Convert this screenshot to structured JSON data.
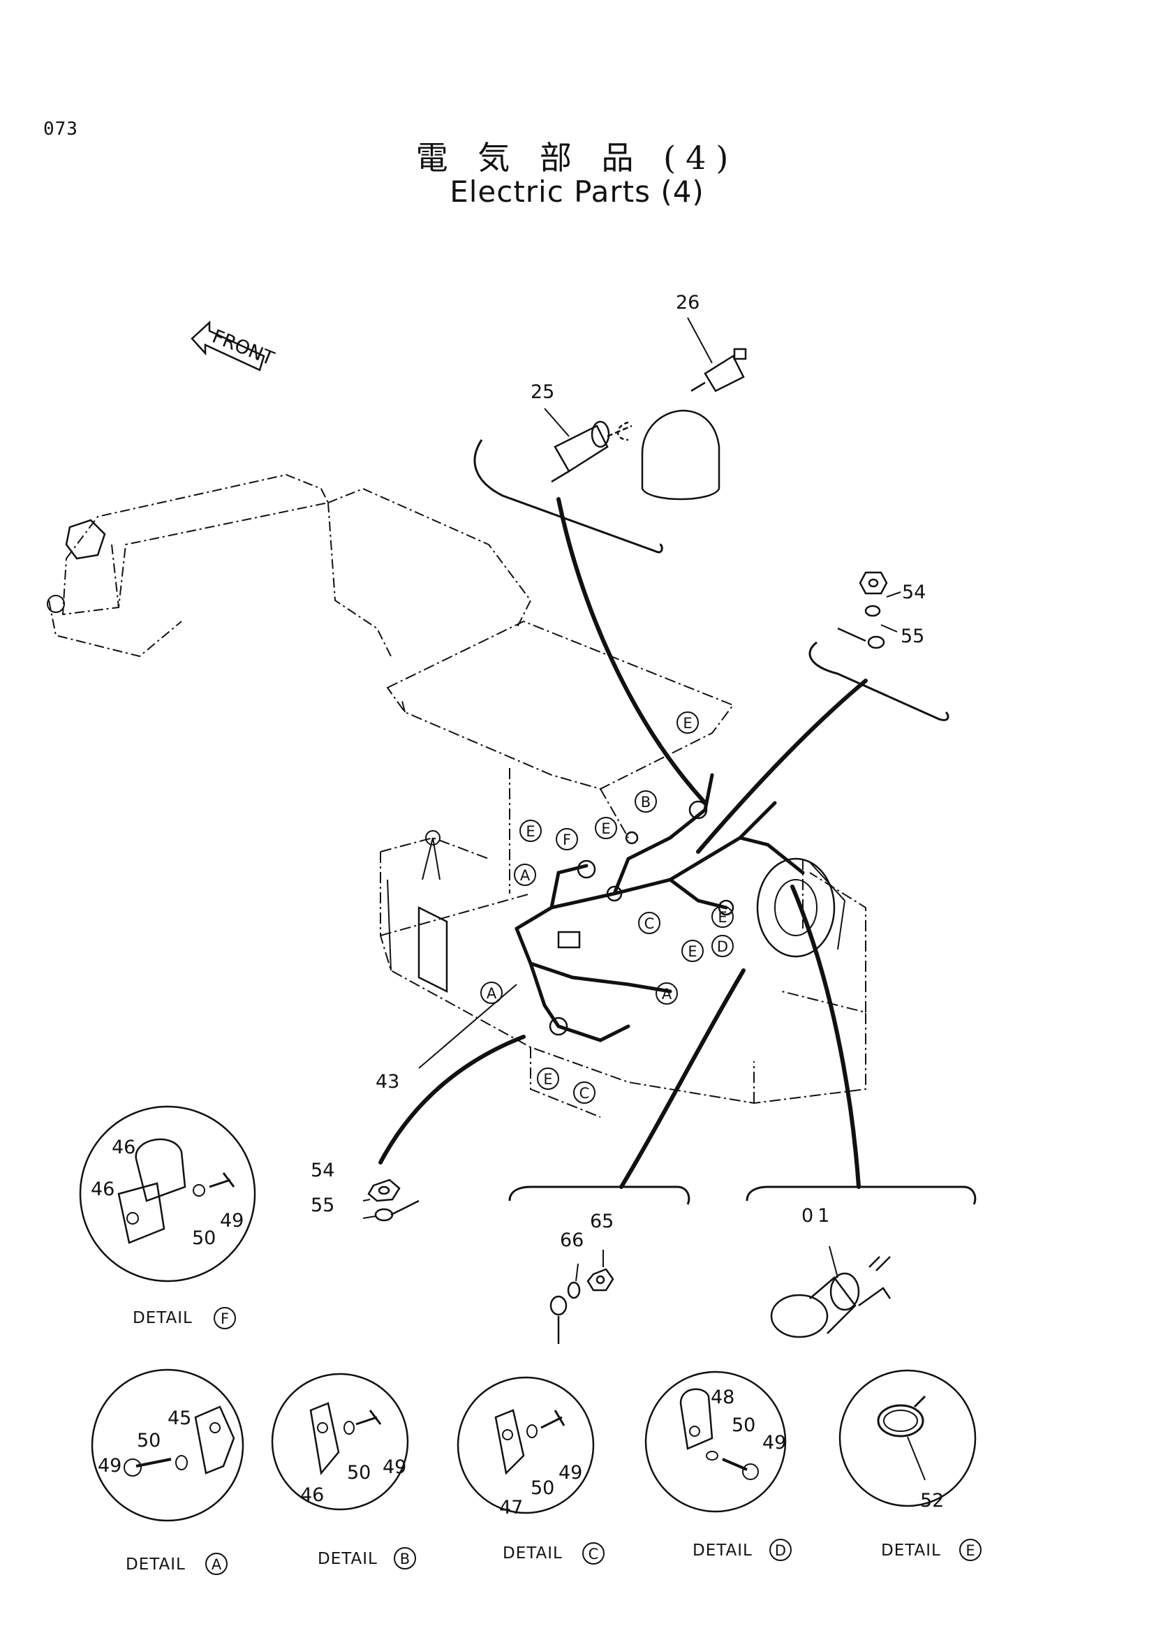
{
  "page_number": "073",
  "title_jp": "電 気 部 品 (4)",
  "title_en": "Electric Parts (4)",
  "front_label": "FRONT",
  "colors": {
    "ink": "#111111",
    "paper": "#ffffff"
  },
  "part_callouts": {
    "p25": "25",
    "p26": "26",
    "p54_top": "54",
    "p55_top": "55",
    "p43": "43",
    "p54_mid": "54",
    "p55_mid": "55",
    "p65": "65",
    "p66": "66",
    "p01": "01"
  },
  "harness_markers": {
    "e1": "E",
    "e2": "E",
    "f1": "F",
    "e3": "E",
    "b1": "B",
    "a1": "A",
    "c1": "C",
    "e4": "E",
    "e5": "E",
    "d1": "D",
    "a2": "A",
    "a3": "A",
    "e6": "E",
    "c2": "C"
  },
  "details": [
    {
      "id": "F",
      "caption": "DETAIL",
      "marker": "F",
      "labels": [
        "46",
        "46",
        "50",
        "49"
      ]
    },
    {
      "id": "A",
      "caption": "DETAIL",
      "marker": "A",
      "labels": [
        "45",
        "50",
        "49"
      ]
    },
    {
      "id": "B",
      "caption": "DETAIL",
      "marker": "B",
      "labels": [
        "46",
        "50",
        "49"
      ]
    },
    {
      "id": "C",
      "caption": "DETAIL",
      "marker": "C",
      "labels": [
        "47",
        "50",
        "49"
      ]
    },
    {
      "id": "D",
      "caption": "DETAIL",
      "marker": "D",
      "labels": [
        "48",
        "50",
        "49"
      ]
    },
    {
      "id": "E",
      "caption": "DETAIL",
      "marker": "E",
      "labels": [
        "52"
      ]
    }
  ]
}
